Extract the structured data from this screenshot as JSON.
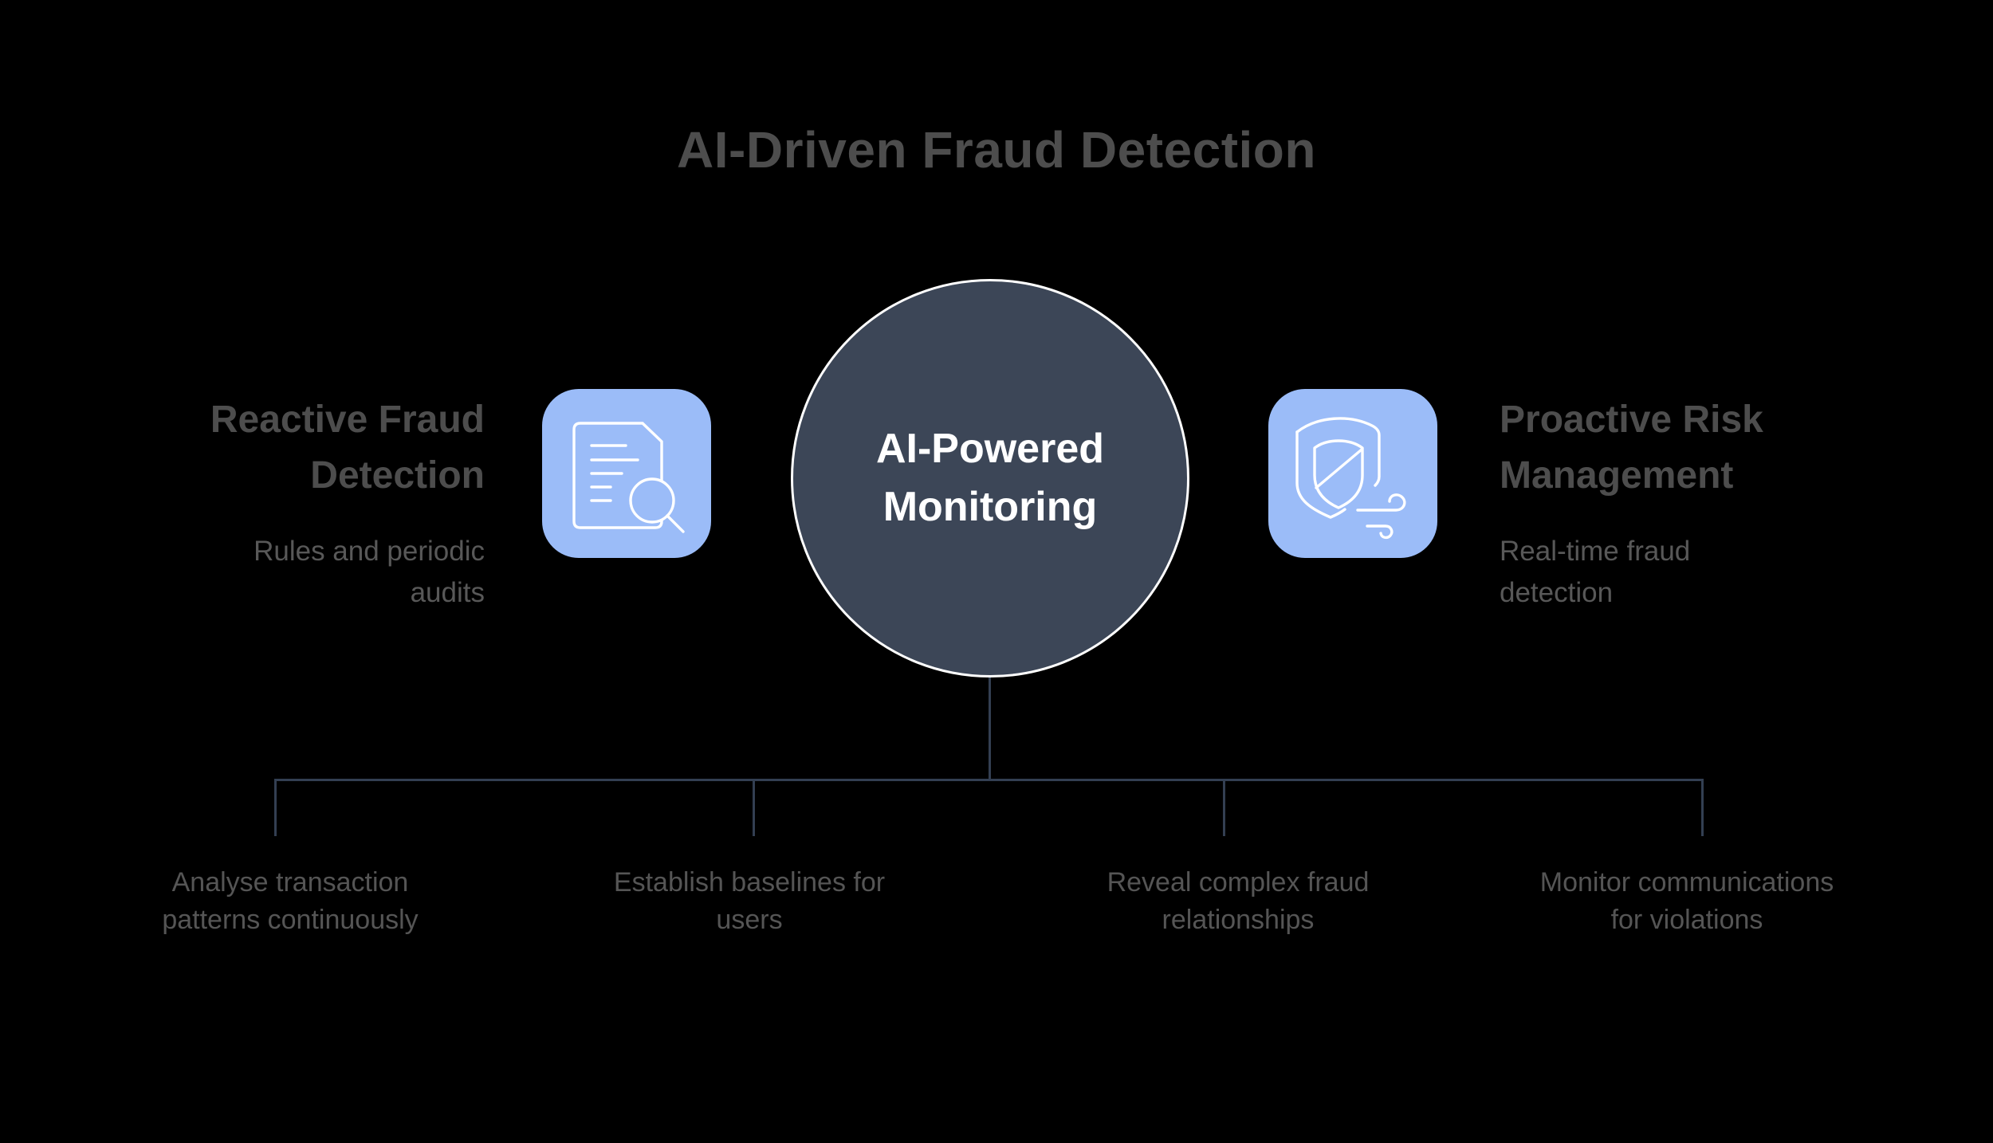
{
  "title": "AI-Driven Fraud Detection",
  "center": {
    "label": "AI-Powered\nMonitoring"
  },
  "left_branch": {
    "heading": "Reactive Fraud\nDetection",
    "description": "Rules and periodic\naudits",
    "icon": "document-search-icon"
  },
  "right_branch": {
    "heading": "Proactive Risk\nManagement",
    "description": "Real-time fraud\ndetection",
    "icon": "shield-wind-icon"
  },
  "bottom_items": [
    {
      "label": "Analyse transaction\npatterns continuously"
    },
    {
      "label": "Establish baselines for\nusers"
    },
    {
      "label": "Reveal complex fraud\nrelationships"
    },
    {
      "label": "Monitor communications\nfor violations"
    }
  ],
  "colors": {
    "background": "#000000",
    "accent_blue": "#9BBCF8",
    "circle_fill": "#3C4657",
    "circle_border": "#FFFFFF",
    "connector": "#333F52",
    "title_text": "#4D4D4D",
    "heading_text": "#4D4D4D",
    "description_text": "#585858",
    "bottom_item_text": "#555555",
    "circle_text": "#FFFFFF",
    "icon_stroke": "#FFFFFF"
  }
}
